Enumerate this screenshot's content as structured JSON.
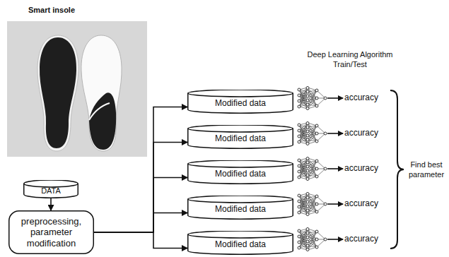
{
  "diagram": {
    "nodes": [
      {
        "text": [
          "Smart insole"
        ]
      },
      {
        "text": [
          "DATA"
        ]
      },
      {
        "text": [
          "preprocessing, parameter modification"
        ]
      },
      {
        "text": [
          "Modified data"
        ]
      },
      {
        "text": [
          "Modified data"
        ]
      },
      {
        "text": [
          "Modified data"
        ]
      },
      {
        "text": [
          "Modified data"
        ]
      },
      {
        "text": [
          "Modified data"
        ]
      }
    ],
    "edges": [
      {
        "from": 1,
        "to": 2,
        "arrow": "to"
      },
      {
        "from": 2,
        "to": 3,
        "arrow": "to"
      },
      {
        "from": 2,
        "to": 4,
        "arrow": "to"
      },
      {
        "from": 2,
        "to": 5,
        "arrow": "to"
      },
      {
        "from": 2,
        "to": 6,
        "arrow": "to"
      },
      {
        "from": 2,
        "to": 7,
        "arrow": "to"
      }
    ],
    "labels": [
      "Deep Learning Algorithm Train/Test",
      "accuracy",
      "accuracy",
      "accuracy",
      "accuracy",
      "accuracy",
      "Find best parameter"
    ]
  }
}
